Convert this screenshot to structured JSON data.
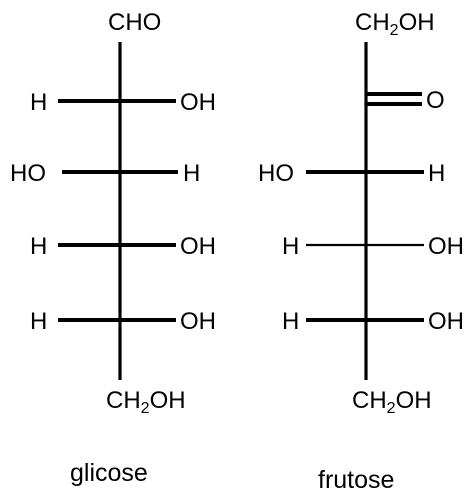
{
  "glucose": {
    "top": "CHO",
    "rows": [
      {
        "left": "H",
        "right": "OH"
      },
      {
        "left": "HO",
        "right": "H"
      },
      {
        "left": "H",
        "right": "OH"
      },
      {
        "left": "H",
        "right": "OH"
      }
    ],
    "bottom_main": "CH",
    "bottom_sub": "2",
    "bottom_tail": "OH",
    "name": "glicose"
  },
  "fructose": {
    "top_main": "CH",
    "top_sub": "2",
    "top_tail": "OH",
    "carbonyl": "O",
    "rows": [
      {
        "left": "HO",
        "right": "H"
      },
      {
        "left": "H",
        "right": "OH"
      },
      {
        "left": "H",
        "right": "OH"
      }
    ],
    "bottom_main": "CH",
    "bottom_sub": "2",
    "bottom_tail": "OH",
    "name": "frutose"
  }
}
